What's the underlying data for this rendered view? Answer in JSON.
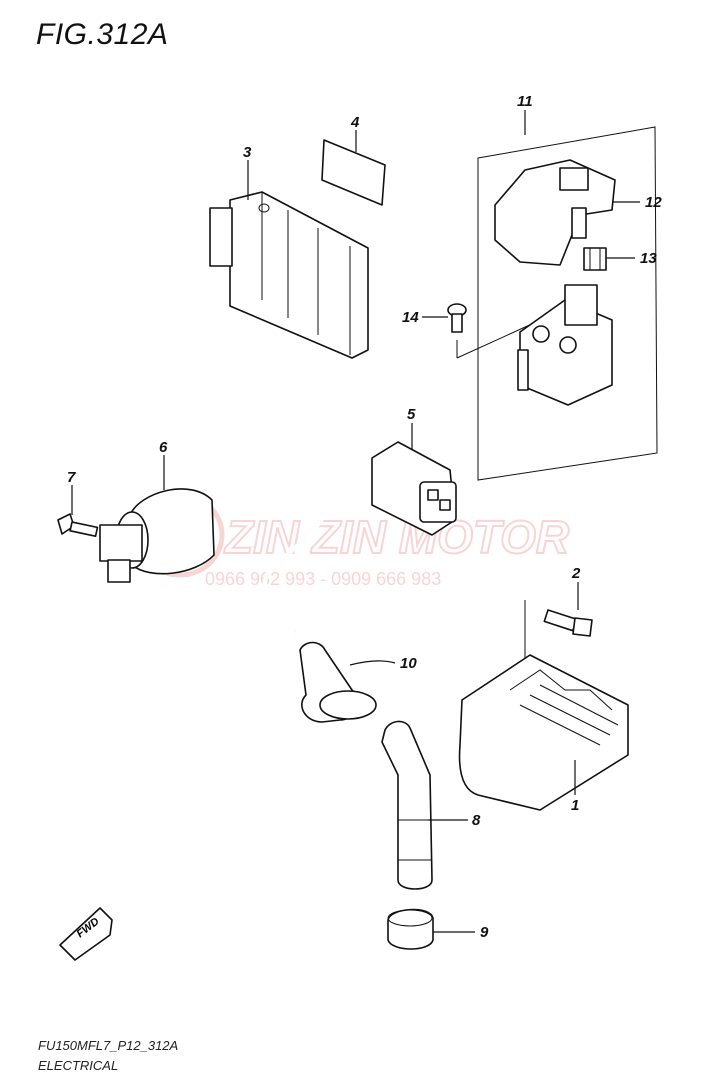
{
  "figure": {
    "title": "FIG.312A",
    "model_code": "FU150MFL7_P12_312A",
    "section": "ELECTRICAL"
  },
  "watermark": {
    "brand": "ZIN ZIN MOTOR",
    "phones": "0966 962 993 - 0909 666 983",
    "color": "#f2b3b3"
  },
  "direction_marker": {
    "label": "FWD"
  },
  "callouts": [
    {
      "id": "1",
      "label": "1"
    },
    {
      "id": "2",
      "label": "2"
    },
    {
      "id": "3",
      "label": "3"
    },
    {
      "id": "4",
      "label": "4"
    },
    {
      "id": "5",
      "label": "5"
    },
    {
      "id": "6",
      "label": "6"
    },
    {
      "id": "7",
      "label": "7"
    },
    {
      "id": "8",
      "label": "8"
    },
    {
      "id": "9",
      "label": "9"
    },
    {
      "id": "10",
      "label": "10"
    },
    {
      "id": "11",
      "label": "11"
    },
    {
      "id": "12",
      "label": "12"
    },
    {
      "id": "13",
      "label": "13"
    },
    {
      "id": "14",
      "label": "14"
    }
  ]
}
